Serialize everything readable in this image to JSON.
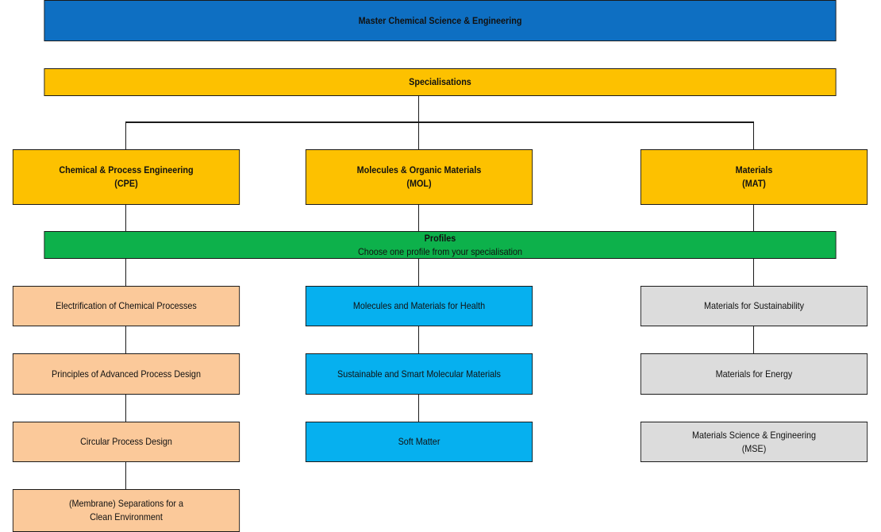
{
  "master": {
    "title": "Master Chemical Science & Engineering"
  },
  "specialisations": {
    "title": "Specialisations"
  },
  "specs": [
    {
      "name": "Chemical & Process Engineering",
      "code": "(CPE)"
    },
    {
      "name": "Molecules & Organic Materials",
      "code": "(MOL)"
    },
    {
      "name": "Materials",
      "code": "(MAT)"
    }
  ],
  "profiles": {
    "title": "Profiles",
    "subtitle": "Choose one profile from your specialisation"
  },
  "cpe_profiles": [
    "Electrification of Chemical Processes",
    "Principles of Advanced Process Design",
    "Circular Process Design",
    {
      "line1": "(Membrane) Separations for a",
      "line2": "Clean Environment"
    }
  ],
  "mol_profiles": [
    "Molecules and Materials for Health",
    "Sustainable and Smart Molecular Materials",
    "Soft Matter"
  ],
  "mat_profiles": [
    "Materials for Sustainability",
    "Materials for Energy",
    {
      "line1": "Materials Science & Engineering",
      "line2": "(MSE)"
    }
  ],
  "colors": {
    "master": "#0e6fc2",
    "specialisation": "#fdc100",
    "profiles_bar": "#0db14b",
    "cpe_profile": "#fbc99a",
    "mol_profile": "#06b0ef",
    "mat_profile": "#dcdcdc"
  }
}
